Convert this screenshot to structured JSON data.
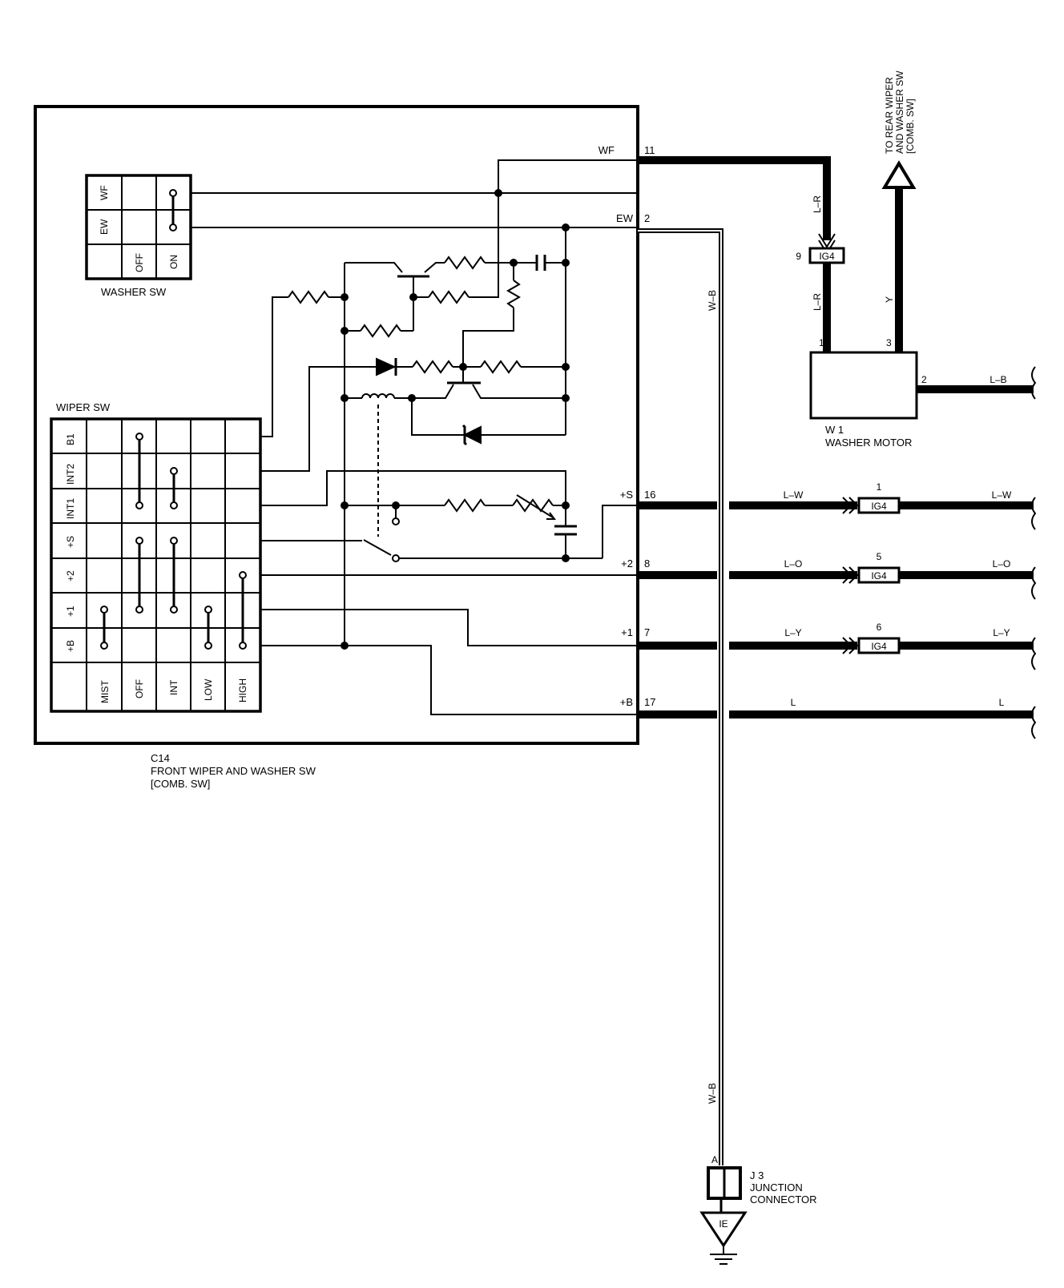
{
  "washer_sw": {
    "title": "WASHER SW",
    "rows": [
      "WF",
      "EW"
    ],
    "positions": [
      "OFF",
      "ON"
    ]
  },
  "wiper_sw": {
    "title": "WIPER SW",
    "rows": [
      "B1",
      "INT2",
      "INT1",
      "+S",
      "+2",
      "+1",
      "+B"
    ],
    "positions": [
      "MIST",
      "OFF",
      "INT",
      "LOW",
      "HIGH"
    ]
  },
  "comb_switch": {
    "id": "C14",
    "name": "FRONT WIPER AND WASHER SW",
    "sub": "[COMB. SW]"
  },
  "pins": [
    {
      "name": "WF",
      "num": "11"
    },
    {
      "name": "EW",
      "num": "2"
    },
    {
      "name": "+S",
      "num": "16"
    },
    {
      "name": "+2",
      "num": "8"
    },
    {
      "name": "+1",
      "num": "7"
    },
    {
      "name": "+B",
      "num": "17"
    }
  ],
  "washer_motor": {
    "id": "W 1",
    "name": "WASHER MOTOR",
    "pin1": "1",
    "pin2": "2",
    "pin3": "3",
    "out_wire": "L–B"
  },
  "rear_wiper": {
    "line1": "TO REAR WIPER",
    "line2": "AND WASHER SW",
    "line3": "[COMB. SW]"
  },
  "wf_connector": {
    "pin": "9",
    "label": "IG4",
    "wire_top": "L–R",
    "wire_bottom": "L–R",
    "wire_y": "Y"
  },
  "harness": [
    {
      "pin": "1",
      "conn": "IG4",
      "wire_in": "L–W",
      "wire_out": "L–W"
    },
    {
      "pin": "5",
      "conn": "IG4",
      "wire_in": "L–O",
      "wire_out": "L–O"
    },
    {
      "pin": "6",
      "conn": "IG4",
      "wire_in": "L–Y",
      "wire_out": "L–Y"
    },
    {
      "pin": "",
      "conn": "",
      "wire_in": "L",
      "wire_out": "L"
    }
  ],
  "ground_wire": {
    "label_top": "W–B",
    "label_bottom": "W–B"
  },
  "junction": {
    "pin": "A",
    "id": "J 3",
    "line1": "JUNCTION",
    "line2": "CONNECTOR",
    "ground": "IE"
  }
}
